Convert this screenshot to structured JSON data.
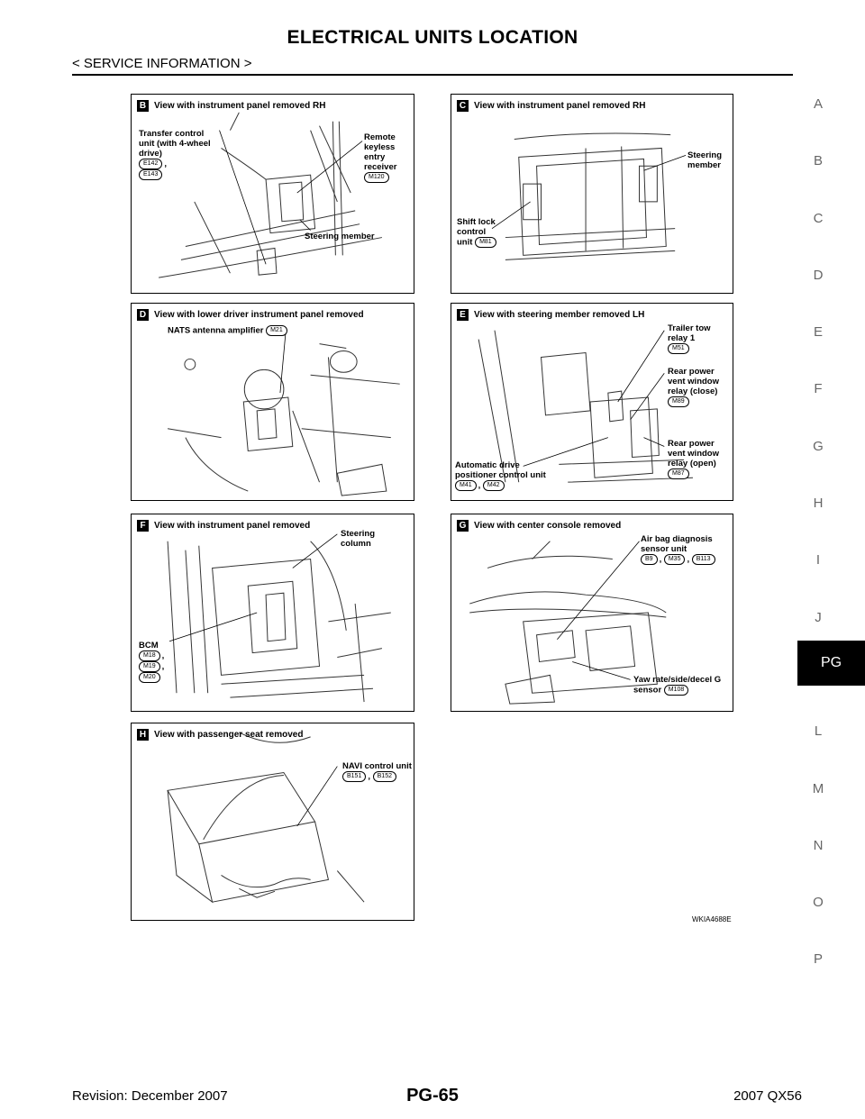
{
  "header": {
    "title": "ELECTRICAL UNITS LOCATION",
    "subtitle": "< SERVICE INFORMATION >"
  },
  "side_index": [
    "A",
    "B",
    "C",
    "D",
    "E",
    "F",
    "G",
    "H",
    "I",
    "J",
    "PG",
    "L",
    "M",
    "N",
    "O",
    "P"
  ],
  "side_index_active": "PG",
  "panels": {
    "B": {
      "letter": "B",
      "title": "View with instrument panel removed RH",
      "labels": [
        {
          "text": "Transfer control unit (with 4-wheel drive)",
          "connectors": [
            "E142",
            "E143"
          ]
        },
        {
          "text": "Remote keyless entry receiver",
          "connectors": [
            "M120"
          ]
        },
        {
          "text": "Steering member",
          "connectors": []
        }
      ]
    },
    "C": {
      "letter": "C",
      "title": "View with instrument panel removed RH",
      "labels": [
        {
          "text": "Steering member",
          "connectors": []
        },
        {
          "text": "Shift lock control unit",
          "connectors": [
            "M81"
          ]
        }
      ]
    },
    "D": {
      "letter": "D",
      "title": "View with lower driver instrument panel removed",
      "labels": [
        {
          "text": "NATS antenna amplifier",
          "connectors": [
            "M21"
          ]
        }
      ]
    },
    "E": {
      "letter": "E",
      "title": "View with steering member removed LH",
      "labels": [
        {
          "text": "Trailer tow relay 1",
          "connectors": [
            "M51"
          ]
        },
        {
          "text": "Rear power vent window relay (close)",
          "connectors": [
            "M89"
          ]
        },
        {
          "text": "Rear power vent window relay (open)",
          "connectors": [
            "M87"
          ]
        },
        {
          "text": "Automatic drive positioner control unit",
          "connectors": [
            "M41",
            "M42"
          ]
        }
      ]
    },
    "F": {
      "letter": "F",
      "title": "View with instrument panel removed",
      "labels": [
        {
          "text": "Steering column",
          "connectors": []
        },
        {
          "text": "BCM",
          "connectors": [
            "M18",
            "M19",
            "M20"
          ]
        }
      ]
    },
    "G": {
      "letter": "G",
      "title": "View with center console removed",
      "labels": [
        {
          "text": "Air bag diagnosis sensor unit",
          "connectors": [
            "B9",
            "M35",
            "B113"
          ]
        },
        {
          "text": "Yaw rate/side/decel G sensor",
          "connectors": [
            "M108"
          ]
        }
      ]
    },
    "H": {
      "letter": "H",
      "title": "View with passenger seat removed",
      "labels": [
        {
          "text": "NAVI control unit",
          "connectors": [
            "B151",
            "B152"
          ]
        }
      ]
    }
  },
  "figure_id": "WKIA4688E",
  "footer": {
    "revision": "Revision: December 2007",
    "page": "PG-65",
    "model": "2007 QX56"
  }
}
